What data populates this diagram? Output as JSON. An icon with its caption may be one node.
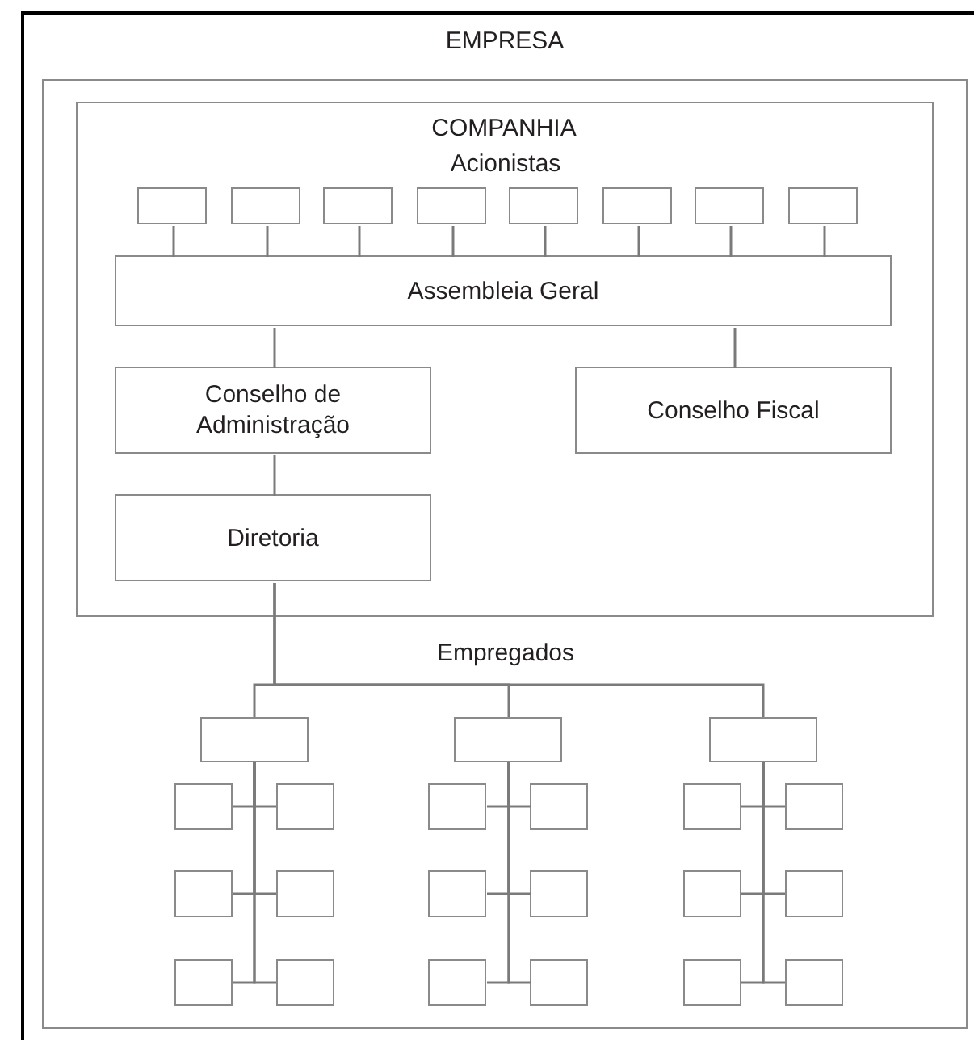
{
  "diagram": {
    "nodes": [
      {
        "text": [
          "EMPRESA"
        ]
      },
      {
        "text": [
          "COMPANHIA"
        ],
        "in": 0
      },
      {
        "text": [],
        "shape": "box",
        "in": 1
      },
      {
        "text": [],
        "shape": "box",
        "in": 1
      },
      {
        "text": [],
        "shape": "box",
        "in": 1
      },
      {
        "text": [],
        "shape": "box",
        "in": 1
      },
      {
        "text": [],
        "shape": "box",
        "in": 1
      },
      {
        "text": [],
        "shape": "box",
        "in": 1
      },
      {
        "text": [],
        "shape": "box",
        "in": 1
      },
      {
        "text": [],
        "shape": "box",
        "in": 1
      },
      {
        "text": [
          "Assembleia Geral"
        ],
        "in": 1
      },
      {
        "text": [
          "Conselho de Administração"
        ],
        "in": 1
      },
      {
        "text": [
          "Conselho Fiscal"
        ],
        "in": 1
      },
      {
        "text": [
          "Diretoria"
        ],
        "in": 1
      },
      {
        "text": [],
        "shape": "box",
        "in": 0
      },
      {
        "text": [],
        "shape": "box",
        "in": 0
      },
      {
        "text": [],
        "shape": "box",
        "in": 0
      },
      {
        "text": [],
        "shape": "box",
        "in": 0
      },
      {
        "text": [],
        "shape": "box",
        "in": 0
      },
      {
        "text": [],
        "shape": "box",
        "in": 0
      },
      {
        "text": [],
        "shape": "box",
        "in": 0
      },
      {
        "text": [],
        "shape": "box",
        "in": 0
      },
      {
        "text": [],
        "shape": "box",
        "in": 0
      },
      {
        "text": [],
        "shape": "box",
        "in": 0
      },
      {
        "text": [],
        "shape": "box",
        "in": 0
      },
      {
        "text": [],
        "shape": "box",
        "in": 0
      },
      {
        "text": [],
        "shape": "box",
        "in": 0
      },
      {
        "text": [],
        "shape": "box",
        "in": 0
      },
      {
        "text": [],
        "shape": "box",
        "in": 0
      },
      {
        "text": [],
        "shape": "box",
        "in": 0
      },
      {
        "text": [],
        "shape": "box",
        "in": 0
      },
      {
        "text": [],
        "shape": "box",
        "in": 0
      },
      {
        "text": [],
        "shape": "box",
        "in": 0
      },
      {
        "text": [],
        "shape": "box",
        "in": 0
      },
      {
        "text": [],
        "shape": "box",
        "in": 0
      }
    ],
    "edges": [
      {
        "from": 2,
        "to": 10,
        "arrow": "none"
      },
      {
        "from": 3,
        "to": 10,
        "arrow": "none"
      },
      {
        "from": 4,
        "to": 10,
        "arrow": "none"
      },
      {
        "from": 5,
        "to": 10,
        "arrow": "none"
      },
      {
        "from": 6,
        "to": 10,
        "arrow": "none"
      },
      {
        "from": 7,
        "to": 10,
        "arrow": "none"
      },
      {
        "from": 8,
        "to": 10,
        "arrow": "none"
      },
      {
        "from": 9,
        "to": 10,
        "arrow": "none"
      },
      {
        "from": 10,
        "to": 11,
        "arrow": "none"
      },
      {
        "from": 10,
        "to": 12,
        "arrow": "none"
      },
      {
        "from": 11,
        "to": 13,
        "arrow": "none"
      },
      {
        "from": 13,
        "to": 14,
        "arrow": "none"
      },
      {
        "from": 13,
        "to": 15,
        "arrow": "none"
      },
      {
        "from": 13,
        "to": 16,
        "arrow": "none"
      },
      {
        "from": 14,
        "to": 17,
        "arrow": "none"
      },
      {
        "from": 14,
        "to": 18,
        "arrow": "none"
      },
      {
        "from": 14,
        "to": 19,
        "arrow": "none"
      },
      {
        "from": 14,
        "to": 20,
        "arrow": "none"
      },
      {
        "from": 14,
        "to": 21,
        "arrow": "none"
      },
      {
        "from": 14,
        "to": 22,
        "arrow": "none"
      },
      {
        "from": 15,
        "to": 23,
        "arrow": "none"
      },
      {
        "from": 15,
        "to": 24,
        "arrow": "none"
      },
      {
        "from": 15,
        "to": 25,
        "arrow": "none"
      },
      {
        "from": 15,
        "to": 26,
        "arrow": "none"
      },
      {
        "from": 15,
        "to": 27,
        "arrow": "none"
      },
      {
        "from": 15,
        "to": 28,
        "arrow": "none"
      },
      {
        "from": 16,
        "to": 29,
        "arrow": "none"
      },
      {
        "from": 16,
        "to": 30,
        "arrow": "none"
      },
      {
        "from": 16,
        "to": 31,
        "arrow": "none"
      },
      {
        "from": 16,
        "to": 32,
        "arrow": "none"
      },
      {
        "from": 16,
        "to": 33,
        "arrow": "none"
      },
      {
        "from": 16,
        "to": 34,
        "arrow": "none"
      }
    ],
    "labels": [
      "Acionistas",
      "Empregados"
    ]
  }
}
